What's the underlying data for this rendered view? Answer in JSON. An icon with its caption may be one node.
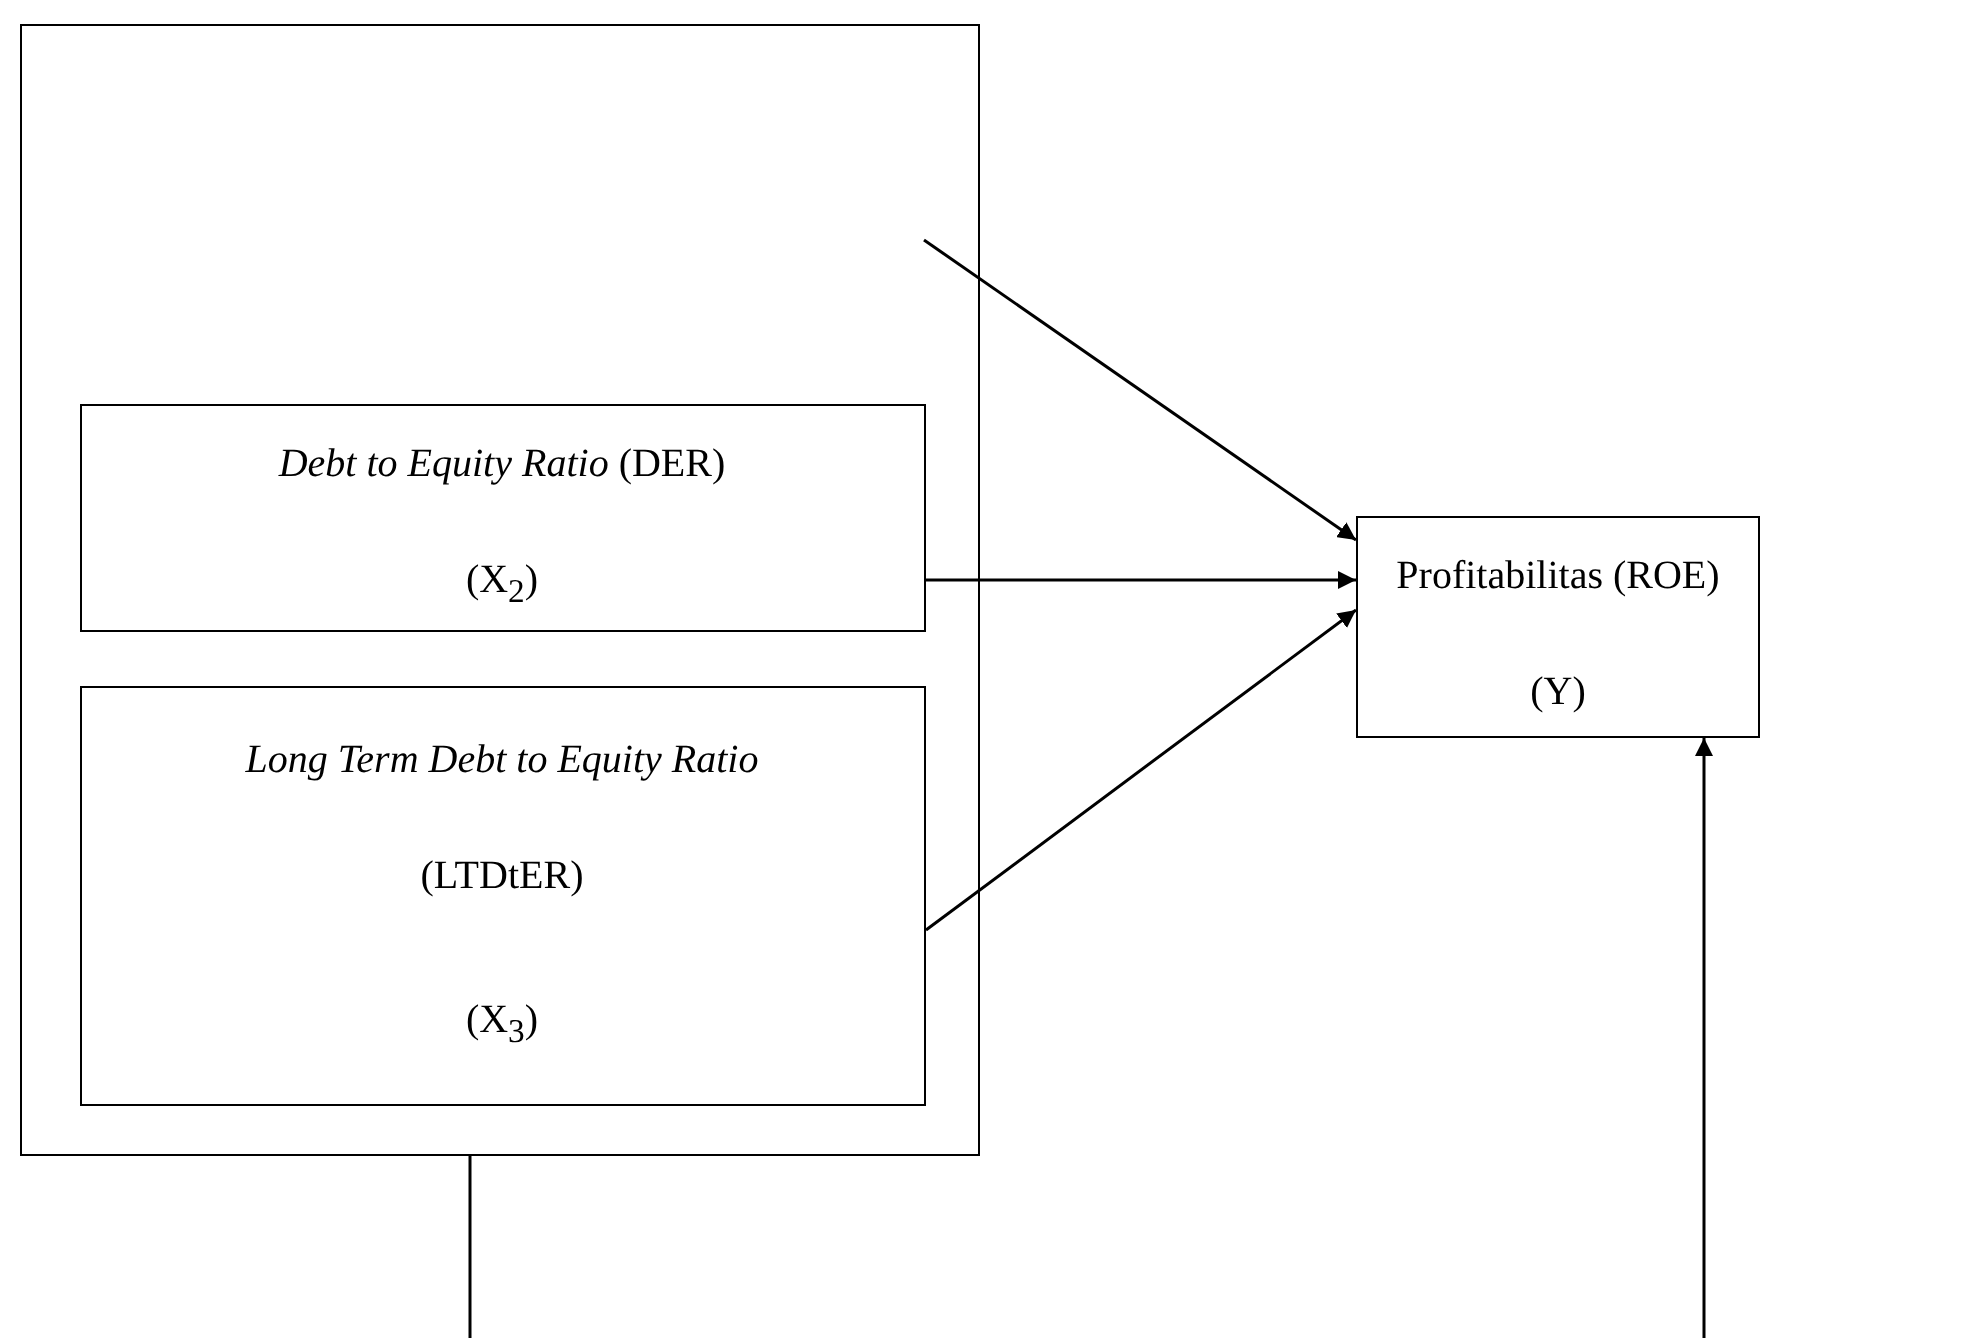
{
  "diagram": {
    "nodes": [
      {
        "text": [],
        "shape": "box"
      },
      {
        "text": [
          "*Debt to Equity Ratio* (DER)",
          "(X$_{2}$)"
        ],
        "in": 0
      },
      {
        "text": [
          "*Long Term Debt to Equity Ratio* (LTDtER)",
          "(X$_{3}$)"
        ],
        "in": 0
      },
      {
        "text": [
          "Profitabilitas (ROE)",
          "(Y)"
        ]
      }
    ],
    "edges": [
      {
        "from": null,
        "to": 3,
        "arrow": "to"
      },
      {
        "from": 1,
        "to": 3,
        "arrow": "to"
      },
      {
        "from": 2,
        "to": 3,
        "arrow": "to"
      },
      {
        "from": 0,
        "to": null,
        "arrow": "none"
      },
      {
        "from": null,
        "to": 3,
        "arrow": "to"
      }
    ]
  }
}
